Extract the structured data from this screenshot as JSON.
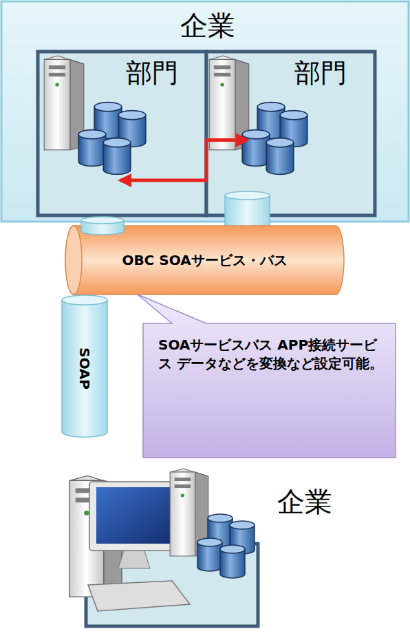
{
  "diagram": {
    "nodes": [
      {
        "text": [
          "企業"
        ]
      },
      {
        "text": [
          "部門"
        ],
        "in": 0
      },
      {
        "text": [
          "部門"
        ],
        "in": 0
      },
      {
        "text": [
          "OBC SOAサービス・バス"
        ]
      },
      {
        "text": [
          "SOAP"
        ]
      },
      {
        "text": [
          "SOAサービスバス APP接続サービス データなどを変換など設定可能。"
        ]
      },
      {
        "text": [
          "企業"
        ]
      }
    ],
    "edges": [
      {
        "from": 1,
        "to": 2,
        "arrow": "both"
      }
    ]
  }
}
